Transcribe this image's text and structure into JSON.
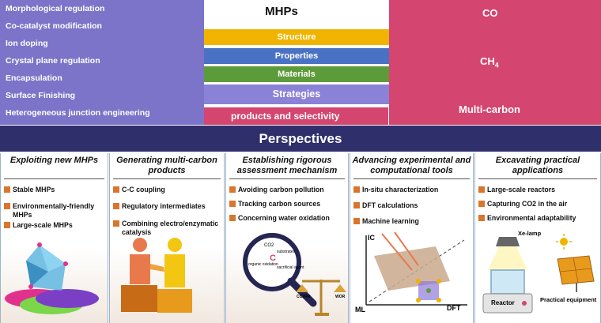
{
  "strategies": {
    "items": [
      "Morphological regulation",
      "Co-catalyst modification",
      "Ion doping",
      "Crystal plane regulation",
      "Encapsulation",
      "Surface Finishing",
      "Heterogeneous junction engineering"
    ]
  },
  "center": {
    "title": "MHPs",
    "bands": [
      "Structure",
      "Properties",
      "Materials",
      "Strategies"
    ],
    "bottom": "products and selectivity"
  },
  "products": {
    "items": [
      "CO",
      "CH4",
      "Multi-carbon"
    ],
    "ch4_main": "CH",
    "ch4_sub": "4"
  },
  "banner": "Perspectives",
  "columns": [
    {
      "title": "Exploiting new MHPs",
      "items": [
        "Stable MHPs",
        "Environmentally-friendly MHPs",
        "Large-scale MHPs"
      ]
    },
    {
      "title": "Generating multi-carbon products",
      "items": [
        "C-C coupling",
        "Regulatory intermediates",
        "Combining electro/enzymatic catalysis"
      ]
    },
    {
      "title": "Establishing rigorous assessment mechanism",
      "items": [
        "Avoiding carbon pollution",
        "Tracking carbon sources",
        "Concerning water oxidation"
      ]
    },
    {
      "title": "Advancing experimental and computational tools",
      "items": [
        "In-situ characterization",
        "DFT calculations",
        "Machine learning"
      ]
    },
    {
      "title": "Excavating practical applications",
      "items": [
        "Large-scale reactors",
        "Capturing CO2 in the air",
        "Environmental adaptability"
      ]
    }
  ],
  "figure_labels": {
    "magnifier": {
      "co2": "CO2",
      "c": "C",
      "substrates": "substrates",
      "organic": "organic oxidation",
      "sacrificial": "sacrificial agent",
      "left_pan": "CO2RR",
      "right_pan": "WOR"
    },
    "ml": {
      "ic": "IC",
      "ml": "ML",
      "dft": "DFT"
    },
    "reactor": {
      "lamp": "Xe-lamp",
      "reactor": "Reactor",
      "equipment": "Practical equipment"
    }
  },
  "colors": {
    "strategies": "#7b74c9",
    "structure": "#f0b400",
    "properties": "#4a72c4",
    "materials": "#5d9a3a",
    "strategies_band": "#8a82d6",
    "products": "#d4456f",
    "banner": "#2f2f6b",
    "bullet": "#d9762b"
  }
}
